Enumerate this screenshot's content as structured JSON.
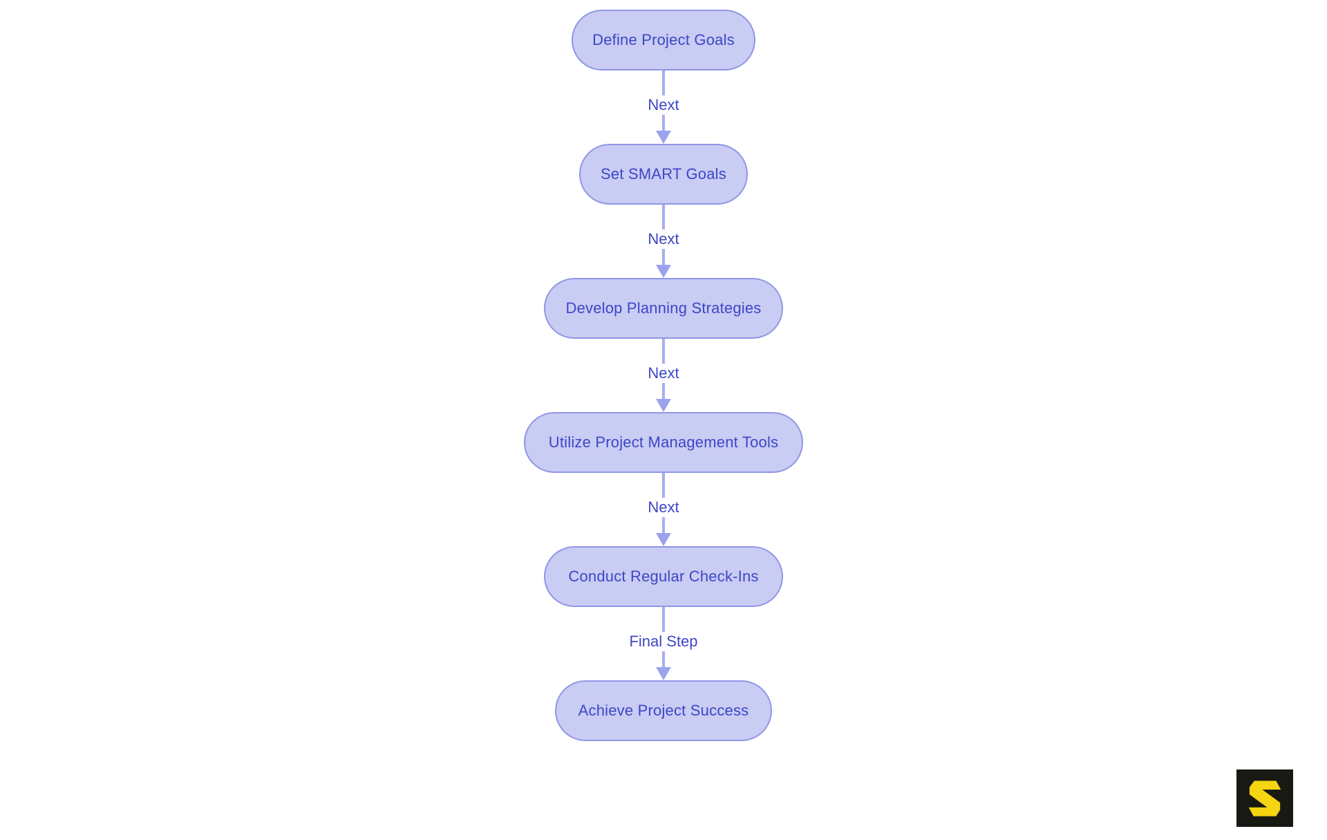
{
  "flowchart": {
    "nodes": [
      {
        "label": "Define Project Goals"
      },
      {
        "label": "Set SMART Goals"
      },
      {
        "label": "Develop Planning Strategies"
      },
      {
        "label": "Utilize Project Management Tools"
      },
      {
        "label": "Conduct Regular Check-Ins"
      },
      {
        "label": "Achieve Project Success"
      }
    ],
    "edges": [
      {
        "label": "Next"
      },
      {
        "label": "Next"
      },
      {
        "label": "Next"
      },
      {
        "label": "Next"
      },
      {
        "label": "Final Step"
      }
    ],
    "colors": {
      "background": "#ffffff",
      "node_fill": "#c9ccf3",
      "node_border": "#9096e6",
      "node_text": "#3d46c6",
      "edge_line": "#a9aeef",
      "edge_arrow": "#9ba2ee",
      "edge_label_text": "#3d46c6"
    }
  },
  "logo": {
    "icon": "s-logo-icon",
    "background": "#191913",
    "glyph_color": "#f5d411"
  }
}
